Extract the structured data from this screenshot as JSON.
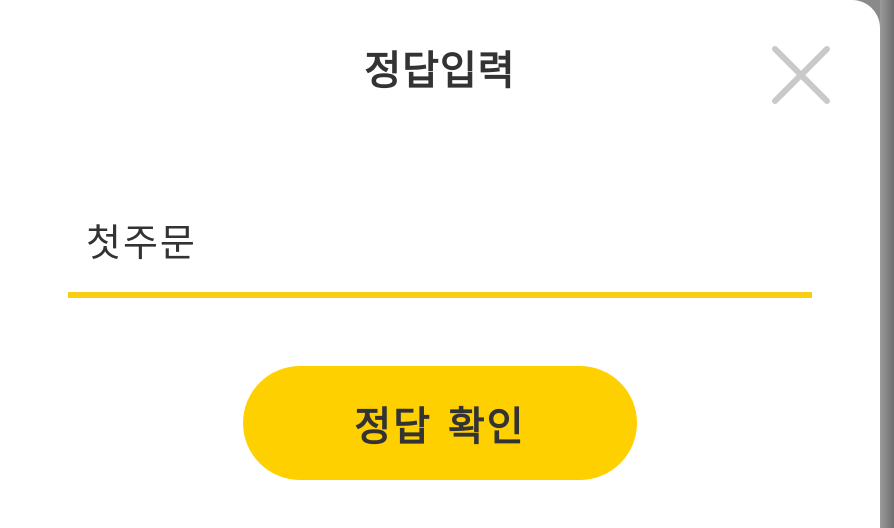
{
  "dialog": {
    "title": "정답입력",
    "close_icon": "close-icon",
    "answer_input": {
      "value": "첫주문",
      "placeholder": ""
    },
    "confirm_label": "정답 확인"
  },
  "colors": {
    "accent": "#ffd000",
    "underline": "#f7cd16",
    "text": "#333333",
    "close_icon": "#c9c9c9"
  }
}
